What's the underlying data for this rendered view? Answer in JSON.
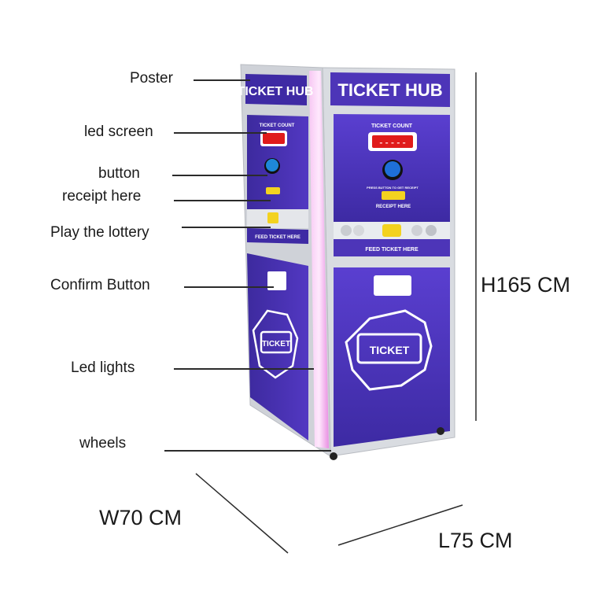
{
  "machine": {
    "poster_text": "TICKET HUB",
    "ticket_count_text": "TICKET COUNT",
    "receipt_text": "RECEIPT HERE",
    "feed_text": "FEED TICKET HERE",
    "ticket_badge_text": "TICKET",
    "small_text": "PRESS BUTTON TO GET RECEIPT",
    "accent_purple": "#4d35b8",
    "frame_grey": "#d9dce1",
    "led_pink": "#f4a6f0"
  },
  "callouts": [
    {
      "label": "Poster"
    },
    {
      "label": "led screen"
    },
    {
      "label": "button"
    },
    {
      "label": "receipt here"
    },
    {
      "label": "Play the lottery"
    },
    {
      "label": "Confirm Button"
    },
    {
      "label": "Led lights"
    },
    {
      "label": "wheels"
    }
  ],
  "dimensions": {
    "height": "H165 CM",
    "width": "W70 CM",
    "length": "L75 CM"
  }
}
